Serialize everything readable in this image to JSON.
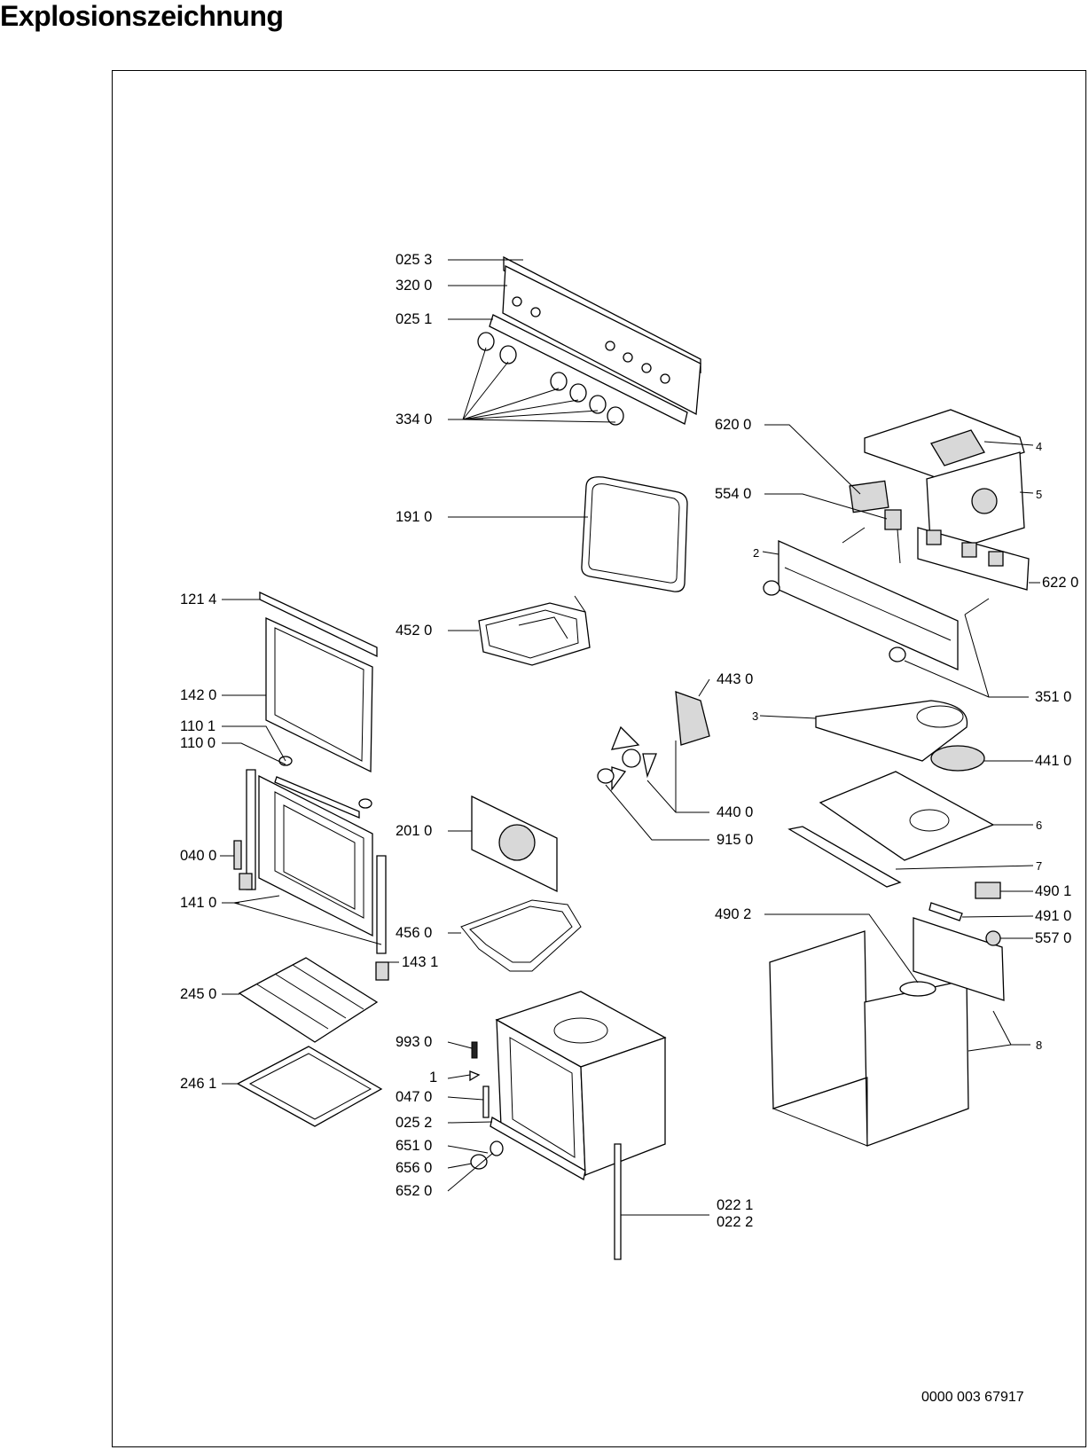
{
  "title": "Explosionszeichnung",
  "document_number": "0000 003 67917",
  "labels": {
    "p0253": "025 3",
    "p3200": "320 0",
    "p0251": "025 1",
    "p3340": "334 0",
    "p6200": "620 0",
    "p4": "4",
    "p5": "5",
    "p5540": "554 0",
    "p1910": "191 0",
    "p2": "2",
    "p6220": "622 0",
    "p1214": "121 4",
    "p4520": "452 0",
    "p1420": "142 0",
    "p4430": "443 0",
    "p3510": "351 0",
    "p3": "3",
    "p1101": "110 1",
    "p1100": "110 0",
    "p4410": "441 0",
    "p4400": "440 0",
    "p6": "6",
    "p2010": "201 0",
    "p9150": "915 0",
    "p0400": "040 0",
    "p7": "7",
    "p1410": "141 0",
    "p4901": "490 1",
    "p4902": "490 2",
    "p4910": "491 0",
    "p4560": "456 0",
    "p5570": "557 0",
    "p1431": "143 1",
    "p2450": "245 0",
    "p9930": "993 0",
    "p8": "8",
    "p1": "1",
    "p2461": "246 1",
    "p0470": "047 0",
    "p0252": "025 2",
    "p6510": "651 0",
    "p6560": "656 0",
    "p6520": "652 0",
    "p0221": "022 1",
    "p0222": "022 2"
  }
}
